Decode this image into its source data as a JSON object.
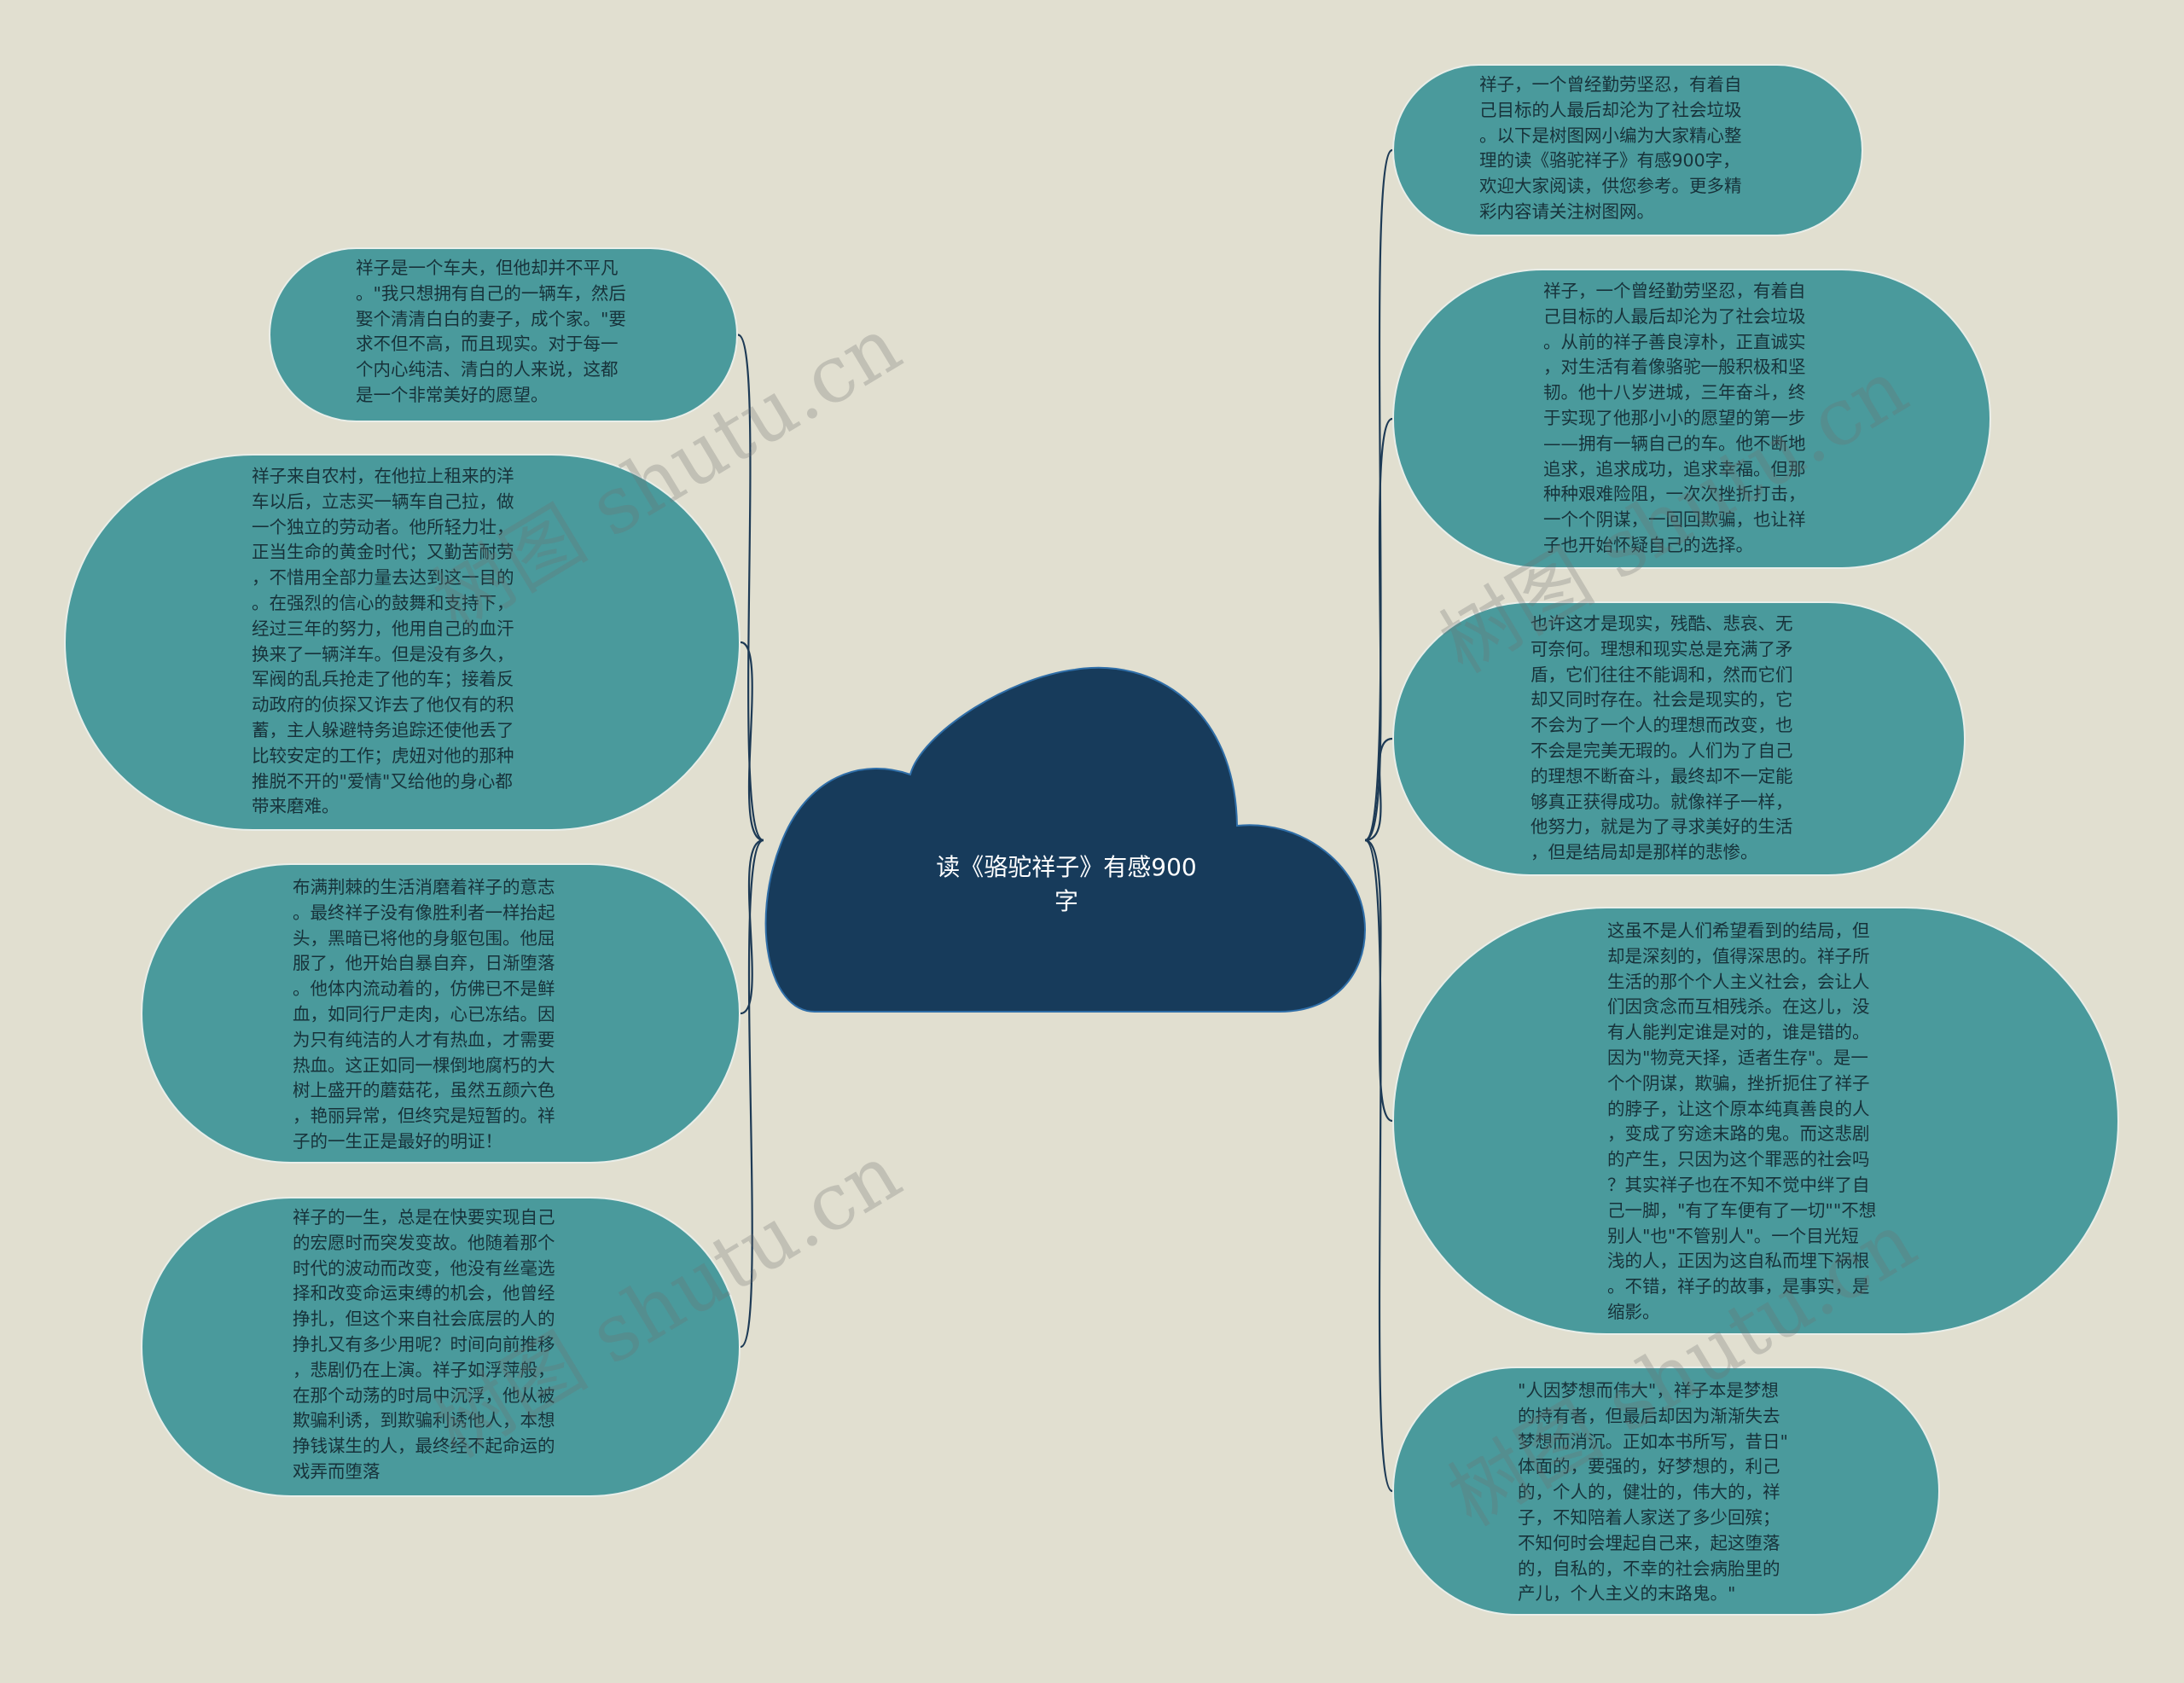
{
  "center": {
    "title": "读《骆驼祥子》有感900\n字"
  },
  "left_nodes": [
    {
      "text": "祥子是一个车夫，但他却并不平凡\n。\"我只想拥有自己的一辆车，然后\n娶个清清白白的妻子，成个家。\"要\n求不但不高，而且现实。对于每一\n个内心纯洁、清白的人来说，这都\n是一个非常美好的愿望。"
    },
    {
      "text": "祥子来自农村，在他拉上租来的洋\n车以后，立志买一辆车自己拉，做\n一个独立的劳动者。他所轻力壮，\n正当生命的黄金时代；又勤苦耐劳\n，不惜用全部力量去达到这一目的\n。在强烈的信心的鼓舞和支持下，\n经过三年的努力，他用自己的血汗\n换来了一辆洋车。但是没有多久，\n军阀的乱兵抢走了他的车；接着反\n动政府的侦探又诈去了他仅有的积\n蓄，主人躲避特务追踪还使他丢了\n比较安定的工作；虎妞对他的那种\n推脱不开的\"爱情\"又给他的身心都\n带来磨难。"
    },
    {
      "text": "布满荆棘的生活消磨着祥子的意志\n。最终祥子没有像胜利者一样抬起\n头，黑暗已将他的身躯包围。他屈\n服了，他开始自暴自弃，日渐堕落\n。他体内流动着的，仿佛已不是鲜\n血，如同行尸走肉，心已冻结。因\n为只有纯洁的人才有热血，才需要\n热血。这正如同一棵倒地腐朽的大\n树上盛开的蘑菇花，虽然五颜六色\n，艳丽异常，但终究是短暂的。祥\n子的一生正是最好的明证！"
    },
    {
      "text": "祥子的一生，总是在快要实现自己\n的宏愿时而突发变故。他随着那个\n时代的波动而改变，他没有丝毫选\n择和改变命运束缚的机会，他曾经\n挣扎，但这个来自社会底层的人的\n挣扎又有多少用呢？时间向前推移\n，悲剧仍在上演。祥子如浮萍般，\n在那个动荡的时局中沉浮，他从被\n欺骗利诱，到欺骗利诱他人，本想\n挣钱谋生的人，最终经不起命运的\n戏弄而堕落"
    }
  ],
  "right_nodes": [
    {
      "text": "祥子，一个曾经勤劳坚忍，有着自\n己目标的人最后却沦为了社会垃圾\n。以下是树图网小编为大家精心整\n理的读《骆驼祥子》有感900字，\n欢迎大家阅读，供您参考。更多精\n彩内容请关注树图网。"
    },
    {
      "text": "祥子，一个曾经勤劳坚忍，有着自\n己目标的人最后却沦为了社会垃圾\n。从前的祥子善良淳朴，正直诚实\n，对生活有着像骆驼一般积极和坚\n韧。他十八岁进城，三年奋斗，终\n于实现了他那小小的愿望的第一步\n——拥有一辆自己的车。他不断地\n追求，追求成功，追求幸福。但那\n种种艰难险阻，一次次挫折打击，\n一个个阴谋，一回回欺骗，也让祥\n子也开始怀疑自己的选择。"
    },
    {
      "text": "也许这才是现实，残酷、悲哀、无\n可奈何。理想和现实总是充满了矛\n盾，它们往往不能调和，然而它们\n却又同时存在。社会是现实的，它\n不会为了一个人的理想而改变，也\n不会是完美无瑕的。人们为了自己\n的理想不断奋斗，最终却不一定能\n够真正获得成功。就像祥子一样，\n他努力，就是为了寻求美好的生活\n，但是结局却是那样的悲惨。"
    },
    {
      "text": "这虽不是人们希望看到的结局，但\n却是深刻的，值得深思的。祥子所\n生活的那个个人主义社会，会让人\n们因贪念而互相残杀。在这儿，没\n有人能判定谁是对的，谁是错的。\n因为\"物竞天择，适者生存\"。是一\n个个阴谋，欺骗，挫折扼住了祥子\n的脖子，让这个原本纯真善良的人\n，变成了穷途末路的鬼。而这悲剧\n的产生，只因为这个罪恶的社会吗\n？其实祥子也在不知不觉中绊了自\n己一脚，\"有了车便有了一切\"\"不想\n别人\"也\"不管别人\"。一个目光短\n浅的人，正因为这自私而埋下祸根\n。不错，祥子的故事，是事实，是\n缩影。"
    },
    {
      "text": "\"人因梦想而伟大\"，祥子本是梦想\n的持有者，但最后却因为渐渐失去\n梦想而消沉。正如本书所写，昔日\"\n体面的，要强的，好梦想的，利己\n的，个人的，健壮的，伟大的，祥\n子，不知陪着人家送了多少回殡；\n不知何时会埋起自己来，起这堕落\n的，自私的，不幸的社会病胎里的\n产儿，个人主义的末路鬼。\""
    }
  ],
  "watermarks": [
    "树图 shutu.cn",
    "树图 shutu.cn",
    "树图 shutu.cn",
    "树图 shutu.cn"
  ],
  "colors": {
    "background": "#e1dfd0",
    "center_fill": "#173b5b",
    "node_fill": "#4a9a9c",
    "node_border": "#e9eee9",
    "connector": "#1d3a55",
    "text": "#17323a"
  }
}
